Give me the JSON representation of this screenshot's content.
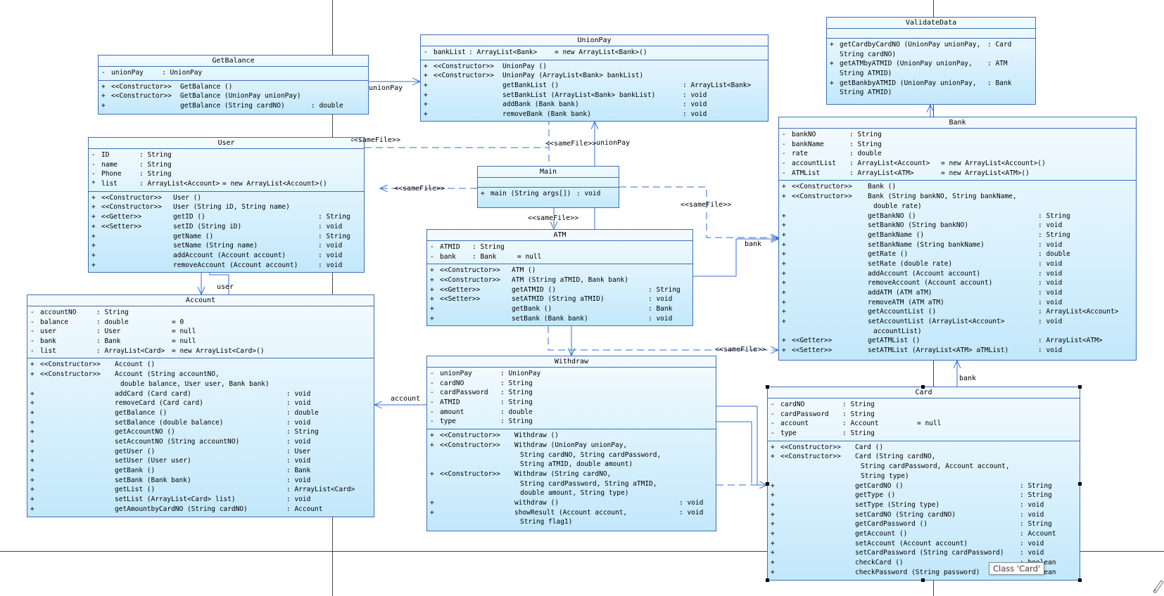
{
  "classes": [
    {
      "id": "getbalance",
      "title": "GetBalance",
      "attributes": [
        {
          "v": "-",
          "n": "unionPay",
          "t": ": UnionPay",
          "d": ""
        }
      ],
      "operations": [
        {
          "v": "+",
          "s": "<<Constructor>>",
          "n": "GetBalance ()",
          "t": ""
        },
        {
          "v": "+",
          "s": "<<Constructor>>",
          "n": "GetBalance (UnionPay unionPay)",
          "t": ""
        },
        {
          "v": "+",
          "s": "",
          "n": "getBalance (String cardNO)",
          "t": ": double"
        }
      ]
    },
    {
      "id": "unionpay",
      "title": "UnionPay",
      "attributes": [
        {
          "v": "-",
          "n": "bankList",
          "t": ": ArrayList<Bank>",
          "d": "= new ArrayList<Bank>()"
        }
      ],
      "operations": [
        {
          "v": "+",
          "s": "<<Constructor>>",
          "n": "UnionPay ()",
          "t": ""
        },
        {
          "v": "+",
          "s": "<<Constructor>>",
          "n": "UnionPay (ArrayList<Bank> bankList)",
          "t": ""
        },
        {
          "v": "+",
          "s": "",
          "n": "getBankList ()",
          "t": ": ArrayList<Bank>"
        },
        {
          "v": "+",
          "s": "",
          "n": "setBankList (ArrayList<Bank> bankList)",
          "t": ": void"
        },
        {
          "v": "+",
          "s": "",
          "n": "addBank (Bank bank)",
          "t": ": void"
        },
        {
          "v": "+",
          "s": "",
          "n": "removeBank (Bank bank)",
          "t": ": void"
        }
      ]
    },
    {
      "id": "validatedata",
      "title": "ValidateData",
      "attributes": [],
      "operations": [
        {
          "v": "+",
          "s": "",
          "n": "getCardbyCardNO (UnionPay unionPay,",
          "n2": "String cardNO)",
          "t": ": Card"
        },
        {
          "v": "+",
          "s": "",
          "n": "getATMbyATMID (UnionPay unionPay,",
          "n2": "String ATMID)",
          "t": ": ATM"
        },
        {
          "v": "+",
          "s": "",
          "n": "getBankbyATMID (UnionPay unionPay,",
          "n2": "String ATMID)",
          "t": ": Bank"
        }
      ]
    },
    {
      "id": "user",
      "title": "User",
      "attributes": [
        {
          "v": "-",
          "n": "ID",
          "t": ": String",
          "d": ""
        },
        {
          "v": "-",
          "n": "name",
          "t": ": String",
          "d": ""
        },
        {
          "v": "-",
          "n": "Phone",
          "t": ": String",
          "d": ""
        },
        {
          "v": "*",
          "n": "list",
          "t": ": ArrayList<Account>",
          "d": "= new ArrayList<Account>()"
        }
      ],
      "operations": [
        {
          "v": "+",
          "s": "<<Constructor>>",
          "n": "User ()",
          "t": ""
        },
        {
          "v": "+",
          "s": "<<Constructor>>",
          "n": "User (String iD, String name)",
          "t": ""
        },
        {
          "v": "+",
          "s": "<<Getter>>",
          "n": "getID ()",
          "t": ": String"
        },
        {
          "v": "+",
          "s": "<<Setter>>",
          "n": "setID (String iD)",
          "t": ": void"
        },
        {
          "v": "+",
          "s": "",
          "n": "getName ()",
          "t": ": String"
        },
        {
          "v": "+",
          "s": "",
          "n": "setName (String name)",
          "t": ": void"
        },
        {
          "v": "+",
          "s": "",
          "n": "addAccount (Account account)",
          "t": ": void"
        },
        {
          "v": "+",
          "s": "",
          "n": "removeAccount (Account account)",
          "t": ": void"
        }
      ]
    },
    {
      "id": "main",
      "title": "Main",
      "attributes": [],
      "operations": [
        {
          "v": "+",
          "s": "",
          "n": "main (String args[])",
          "t": ": void"
        }
      ]
    },
    {
      "id": "bank",
      "title": "Bank",
      "attributes": [
        {
          "v": "-",
          "n": "bankNO",
          "t": ": String",
          "d": ""
        },
        {
          "v": "-",
          "n": "bankName",
          "t": ": String",
          "d": ""
        },
        {
          "v": "-",
          "n": "rate",
          "t": ": double",
          "d": ""
        },
        {
          "v": "-",
          "n": "accountList",
          "t": ": ArrayList<Account>",
          "d": "= new ArrayList<Account>()"
        },
        {
          "v": "-",
          "n": "ATMList",
          "t": ": ArrayList<ATM>",
          "d": "= new ArrayList<ATM>()"
        }
      ],
      "operations": [
        {
          "v": "+",
          "s": "<<Constructor>>",
          "n": "Bank ()",
          "t": ""
        },
        {
          "v": "+",
          "s": "<<Constructor>>",
          "n": "Bank (String bankNO, String bankName,",
          "n2": "double rate)",
          "t": ""
        },
        {
          "v": "+",
          "s": "",
          "n": "getBankNO ()",
          "t": ": String"
        },
        {
          "v": "+",
          "s": "",
          "n": "setBankNO (String bankNO)",
          "t": ": void"
        },
        {
          "v": "+",
          "s": "",
          "n": "getBankName ()",
          "t": ": String"
        },
        {
          "v": "+",
          "s": "",
          "n": "setBankName (String bankName)",
          "t": ": void"
        },
        {
          "v": "+",
          "s": "",
          "n": "getRate ()",
          "t": ": double"
        },
        {
          "v": "+",
          "s": "",
          "n": "setRate (double rate)",
          "t": ": void"
        },
        {
          "v": "+",
          "s": "",
          "n": "addAccount (Account account)",
          "t": ": void"
        },
        {
          "v": "+",
          "s": "",
          "n": "removeAccount (Account account)",
          "t": ": void"
        },
        {
          "v": "+",
          "s": "",
          "n": "addATM (ATM aTM)",
          "t": ": void"
        },
        {
          "v": "+",
          "s": "",
          "n": "removeATM (ATM aTM)",
          "t": ": void"
        },
        {
          "v": "+",
          "s": "",
          "n": "getAccountList ()",
          "t": ": ArrayList<Account>"
        },
        {
          "v": "+",
          "s": "",
          "n": "setAccountList (ArrayList<Account>",
          "n2": "accountList)",
          "t": ": void"
        },
        {
          "v": "+",
          "s": "<<Getter>>",
          "n": "getATMList ()",
          "t": ": ArrayList<ATM>"
        },
        {
          "v": "+",
          "s": "<<Setter>>",
          "n": "setATMList (ArrayList<ATM> aTMList)",
          "t": ": void"
        }
      ]
    },
    {
      "id": "atm",
      "title": "ATM",
      "attributes": [
        {
          "v": "-",
          "n": "ATMID",
          "t": ": String",
          "d": ""
        },
        {
          "v": "-",
          "n": "bank",
          "t": ": Bank",
          "d": "= null"
        }
      ],
      "operations": [
        {
          "v": "+",
          "s": "<<Constructor>>",
          "n": "ATM ()",
          "t": ""
        },
        {
          "v": "+",
          "s": "<<Constructor>>",
          "n": "ATM (String aTMID, Bank bank)",
          "t": ""
        },
        {
          "v": "+",
          "s": "<<Getter>>",
          "n": "getATMID ()",
          "t": ": String"
        },
        {
          "v": "+",
          "s": "<<Setter>>",
          "n": "setATMID (String aTMID)",
          "t": ": void"
        },
        {
          "v": "+",
          "s": "",
          "n": "getBank ()",
          "t": ": Bank"
        },
        {
          "v": "+",
          "s": "",
          "n": "setBank (Bank bank)",
          "t": ": void"
        }
      ]
    },
    {
      "id": "account",
      "title": "Account",
      "attributes": [
        {
          "v": "-",
          "n": "accountNO",
          "t": ": String",
          "d": ""
        },
        {
          "v": "-",
          "n": "balance",
          "t": ": double",
          "d": "= 0"
        },
        {
          "v": "-",
          "n": "user",
          "t": ": User",
          "d": "= null"
        },
        {
          "v": "-",
          "n": "bank",
          "t": ": Bank",
          "d": "= null"
        },
        {
          "v": "-",
          "n": "list",
          "t": ": ArrayList<Card>",
          "d": "= new ArrayList<Card>()"
        }
      ],
      "operations": [
        {
          "v": "+",
          "s": "<<Constructor>>",
          "n": "Account ()",
          "t": ""
        },
        {
          "v": "+",
          "s": "<<Constructor>>",
          "n": "Account (String accountNO,",
          "n2": "double balance, User user, Bank bank)",
          "t": ""
        },
        {
          "v": "+",
          "s": "",
          "n": "addCard (Card card)",
          "t": ": void"
        },
        {
          "v": "+",
          "s": "",
          "n": "removeCard (Card card)",
          "t": ": void"
        },
        {
          "v": "+",
          "s": "",
          "n": "getBalance ()",
          "t": ": double"
        },
        {
          "v": "+",
          "s": "",
          "n": "setBalance (double balance)",
          "t": ": void"
        },
        {
          "v": "+",
          "s": "",
          "n": "getAccountNO ()",
          "t": ": String"
        },
        {
          "v": "+",
          "s": "",
          "n": "setAccountNO (String accountNO)",
          "t": ": void"
        },
        {
          "v": "+",
          "s": "",
          "n": "getUser ()",
          "t": ": User"
        },
        {
          "v": "+",
          "s": "",
          "n": "setUser (User user)",
          "t": ": void"
        },
        {
          "v": "+",
          "s": "",
          "n": "getBank ()",
          "t": ": Bank"
        },
        {
          "v": "+",
          "s": "",
          "n": "setBank (Bank bank)",
          "t": ": void"
        },
        {
          "v": "+",
          "s": "",
          "n": "getList ()",
          "t": ": ArrayList<Card>"
        },
        {
          "v": "+",
          "s": "",
          "n": "setList (ArrayList<Card> list)",
          "t": ": void"
        },
        {
          "v": "+",
          "s": "",
          "n": "getAmountbyCardNO (String cardNO)",
          "t": ": Account"
        }
      ]
    },
    {
      "id": "withdraw",
      "title": "Withdraw",
      "attributes": [
        {
          "v": "-",
          "n": "unionPay",
          "t": ": UnionPay",
          "d": ""
        },
        {
          "v": "-",
          "n": "cardNO",
          "t": ": String",
          "d": ""
        },
        {
          "v": "-",
          "n": "cardPassword",
          "t": ": String",
          "d": ""
        },
        {
          "v": "-",
          "n": "ATMID",
          "t": ": String",
          "d": ""
        },
        {
          "v": "-",
          "n": "amount",
          "t": ": double",
          "d": ""
        },
        {
          "v": "-",
          "n": "type",
          "t": ": String",
          "d": ""
        }
      ],
      "operations": [
        {
          "v": "+",
          "s": "<<Constructor>>",
          "n": "Withdraw ()",
          "t": ""
        },
        {
          "v": "+",
          "s": "<<Constructor>>",
          "n": "Withdraw (UnionPay unionPay,",
          "n2": "String cardNO, String cardPassword,",
          "n3": "String aTMID, double amount)",
          "t": ""
        },
        {
          "v": "+",
          "s": "<<Constructor>>",
          "n": "Withdraw (String cardNO,",
          "n2": "String cardPassword, String aTMID,",
          "n3": "double amount, String type)",
          "t": ""
        },
        {
          "v": "+",
          "s": "",
          "n": "withdraw ()",
          "t": ": void"
        },
        {
          "v": "+",
          "s": "",
          "n": "showResult (Account account,",
          "n2": "String flag1)",
          "t": ": void"
        }
      ]
    },
    {
      "id": "card",
      "title": "Card",
      "attributes": [
        {
          "v": "-",
          "n": "cardNO",
          "t": ": String",
          "d": ""
        },
        {
          "v": "-",
          "n": "cardPassword",
          "t": ": String",
          "d": ""
        },
        {
          "v": "-",
          "n": "account",
          "t": ": Account",
          "d": "= null"
        },
        {
          "v": "-",
          "n": "type",
          "t": ": String",
          "d": ""
        }
      ],
      "operations": [
        {
          "v": "+",
          "s": "<<Constructor>>",
          "n": "Card ()",
          "t": ""
        },
        {
          "v": "+",
          "s": "<<Constructor>>",
          "n": "Card (String cardNO,",
          "n2": "String cardPassword, Account account,",
          "n3": "String type)",
          "t": ""
        },
        {
          "v": "+",
          "s": "",
          "n": "getCardNO ()",
          "t": ": String"
        },
        {
          "v": "+",
          "s": "",
          "n": "getType ()",
          "t": ": String"
        },
        {
          "v": "+",
          "s": "",
          "n": "setType (String type)",
          "t": ": void"
        },
        {
          "v": "+",
          "s": "",
          "n": "setCardNO (String cardNO)",
          "t": ": void"
        },
        {
          "v": "+",
          "s": "",
          "n": "getCardPassword ()",
          "t": ": String"
        },
        {
          "v": "+",
          "s": "",
          "n": "getAccount ()",
          "t": ": Account"
        },
        {
          "v": "+",
          "s": "",
          "n": "setAccount (Account account)",
          "t": ": void"
        },
        {
          "v": "+",
          "s": "",
          "n": "setCardPassword (String cardPassword)",
          "t": ": void"
        },
        {
          "v": "+",
          "s": "",
          "n": "checkCard ()",
          "t": ": boolean"
        },
        {
          "v": "+",
          "s": "",
          "n": "checkPassword (String password)",
          "t": ": boolean"
        }
      ]
    }
  ],
  "labels": {
    "union_pay_1": "unionPay",
    "union_pay_2": "unionPay",
    "same_file_1": "<<sameFile>>",
    "same_file_2": "<<sameFile>>",
    "same_file_3": "<<sameFile>>",
    "same_file_4": "<<sameFile>>",
    "same_file_5": "<<sameFile>>",
    "same_file_6": "<<sameFile>>",
    "bank_1": "bank",
    "bank_2": "bank",
    "user": "user",
    "account": "account"
  },
  "tooltip": "Class 'Card'",
  "colors": {
    "box_border": "#3b6fb6",
    "box_fill_top": "#f4fbff",
    "box_fill_bottom": "#c2e8fb",
    "connector": "#2f6fd6"
  },
  "icons": {
    "corner": "pencil-icon"
  }
}
